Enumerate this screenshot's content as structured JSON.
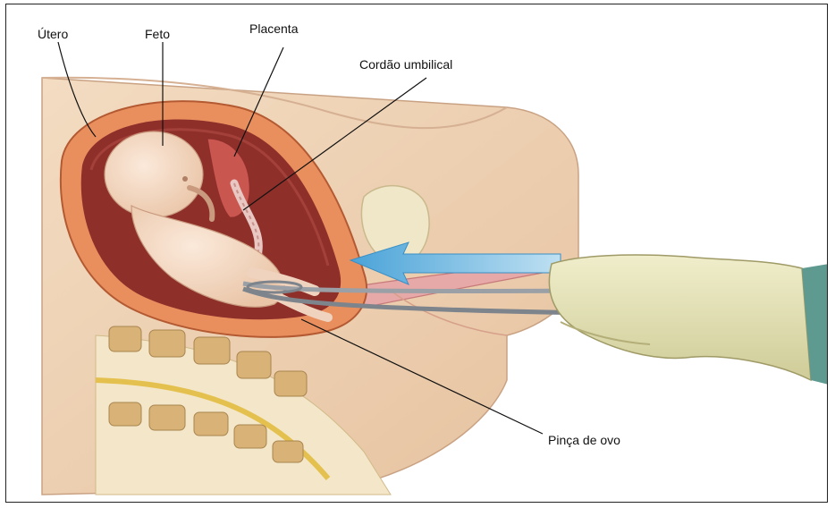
{
  "labels": {
    "utero": "Útero",
    "feto": "Feto",
    "placenta": "Placenta",
    "cordao": "Cordão umbilical",
    "pinca": "Pinça de ovo"
  }
}
